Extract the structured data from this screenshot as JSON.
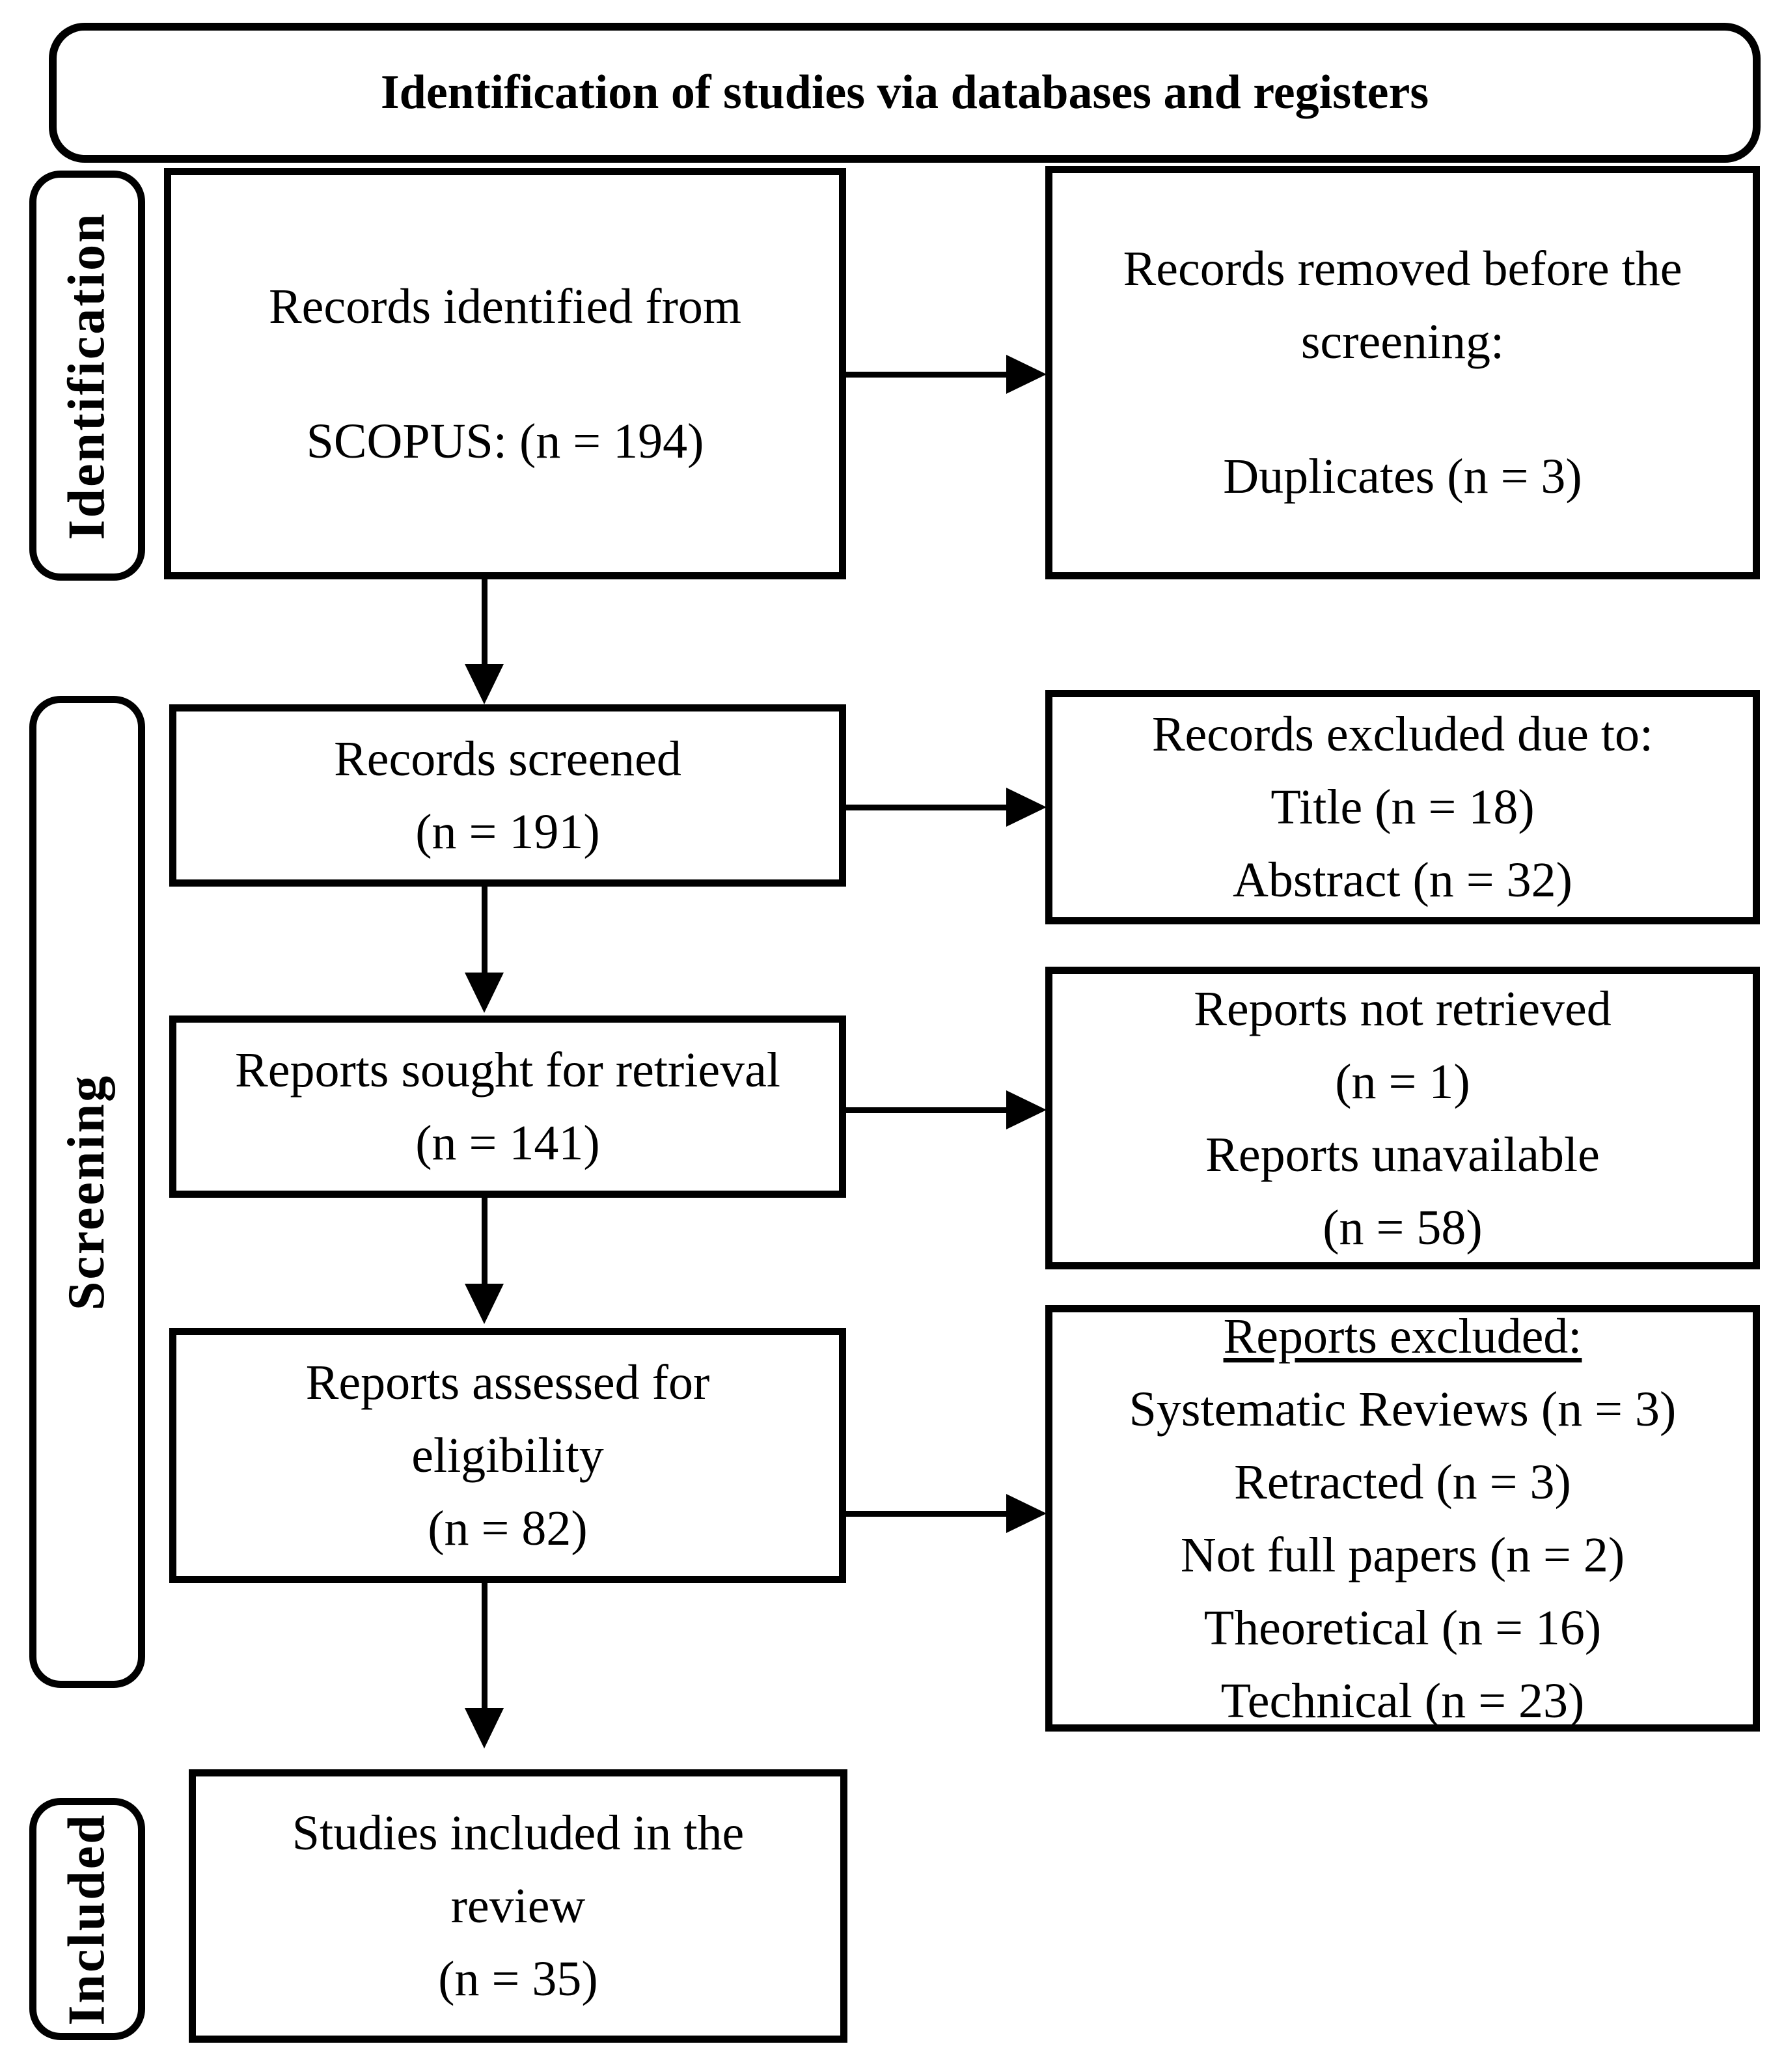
{
  "title": "Identification of studies via databases and registers",
  "stage_labels": {
    "identification": "Identification",
    "screening": "Screening",
    "included": "Included"
  },
  "boxes": {
    "records_identified": {
      "lines": [
        "Records identified from",
        "SCOPUS: (n = 194)"
      ]
    },
    "records_removed": {
      "lines": [
        "Records removed before the",
        "screening:",
        "Duplicates (n = 3)"
      ]
    },
    "records_screened": {
      "lines": [
        "Records screened",
        "(n = 191)"
      ]
    },
    "records_excluded": {
      "lines": [
        "Records excluded due to:",
        "Title (n = 18)",
        "Abstract (n = 32)"
      ]
    },
    "reports_sought": {
      "lines": [
        "Reports sought for retrieval",
        "(n = 141)"
      ]
    },
    "reports_not_retrieved": {
      "lines": [
        "Reports not retrieved",
        "(n = 1)",
        "Reports unavailable",
        "(n = 58)"
      ]
    },
    "reports_assessed": {
      "lines": [
        "Reports assessed for",
        "eligibility",
        "(n = 82)"
      ]
    },
    "reports_excluded": {
      "heading": "Reports excluded:",
      "lines": [
        "Systematic Reviews (n = 3)",
        "Retracted (n = 3)",
        "Not full papers (n = 2)",
        "Theoretical (n = 16)",
        "Technical (n = 23)"
      ]
    },
    "studies_included": {
      "lines": [
        "Studies included in the",
        "review",
        "(n = 35)"
      ]
    }
  },
  "colors": {
    "border": "#000000",
    "background": "#ffffff",
    "text": "#000000"
  }
}
